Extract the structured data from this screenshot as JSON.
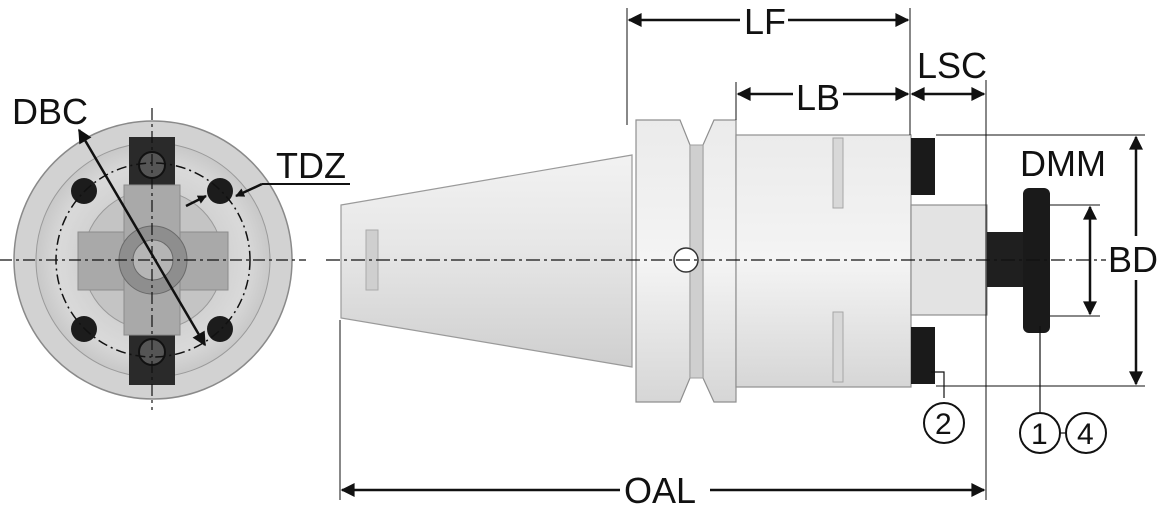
{
  "labels": {
    "dbc": "DBC",
    "tdz": "TDZ",
    "lf": "LF",
    "lb": "LB",
    "lsc": "LSC",
    "dmm": "DMM",
    "bd": "BD",
    "oal": "OAL"
  },
  "callouts": {
    "c1": "1",
    "c2": "2",
    "c4": "4"
  },
  "colors": {
    "ink": "#111111",
    "body_light": "#ececec",
    "body_mid": "#d4d4d4",
    "body_dark": "#9a9a9a",
    "part_black": "#1a1a1a"
  },
  "icons": [
    "arrow-icon",
    "circled-number-icon",
    "centerline-icon"
  ]
}
